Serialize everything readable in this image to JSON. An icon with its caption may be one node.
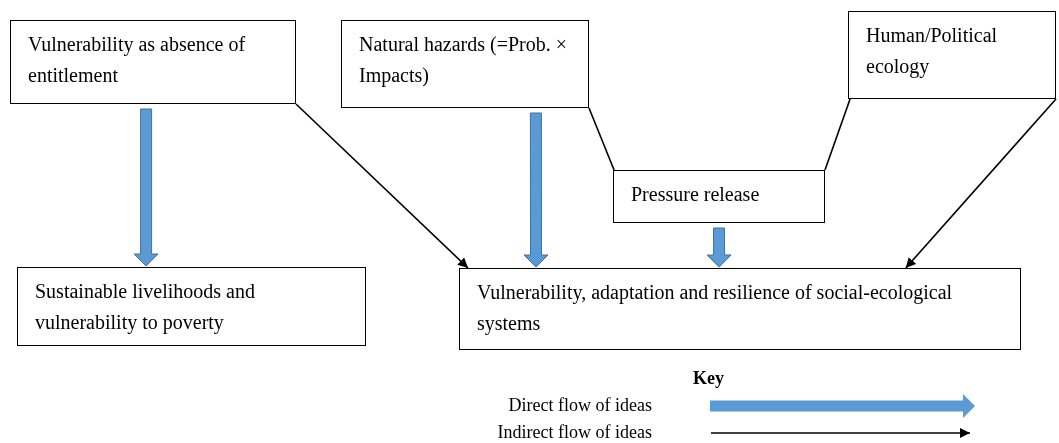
{
  "diagram": {
    "nodes": [
      {
        "text": [
          "Vulnerability as absence of entitlement"
        ]
      },
      {
        "text": [
          "Natural hazards (=Prob. × Impacts)"
        ]
      },
      {
        "text": [
          "Human/Political ecology"
        ]
      },
      {
        "text": [
          "Pressure release"
        ]
      },
      {
        "text": [
          "Sustainable livelihoods and vulnerability to poverty"
        ]
      },
      {
        "text": [
          "Vulnerability, adaptation and resilience of social-ecological systems"
        ]
      }
    ],
    "edges": [
      {
        "from": 0,
        "to": 4,
        "arrow": "to",
        "style": "thick",
        "color": "#5b9bd5"
      },
      {
        "from": 0,
        "to": 5,
        "arrow": "to"
      },
      {
        "from": 1,
        "to": 5,
        "arrow": "to",
        "style": "thick",
        "color": "#5b9bd5"
      },
      {
        "from": 1,
        "to": 3,
        "arrow": "none"
      },
      {
        "from": 2,
        "to": 3,
        "arrow": "none"
      },
      {
        "from": 3,
        "to": 5,
        "arrow": "to",
        "style": "thick",
        "color": "#5b9bd5"
      },
      {
        "from": 2,
        "to": 5,
        "arrow": "to"
      }
    ],
    "labels": [
      "Key"
    ],
    "legend": [
      {
        "text": "Direct flow of ideas"
      },
      {
        "text": "Indirect flow of ideas"
      }
    ]
  }
}
